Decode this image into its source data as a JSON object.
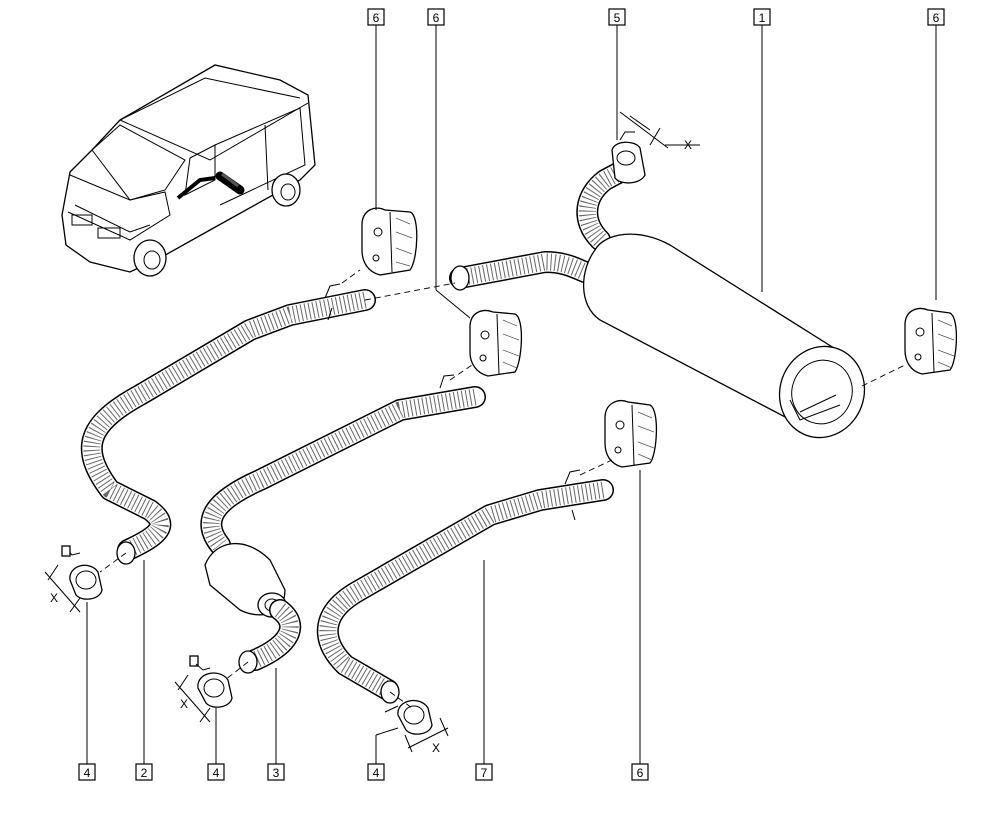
{
  "callouts_top": [
    "6",
    "6",
    "5",
    "1",
    "6"
  ],
  "callouts_bottom": [
    "4",
    "2",
    "4",
    "3",
    "4",
    "7",
    "6"
  ],
  "dimension_labels": [
    "X",
    "X",
    "X",
    "X"
  ]
}
